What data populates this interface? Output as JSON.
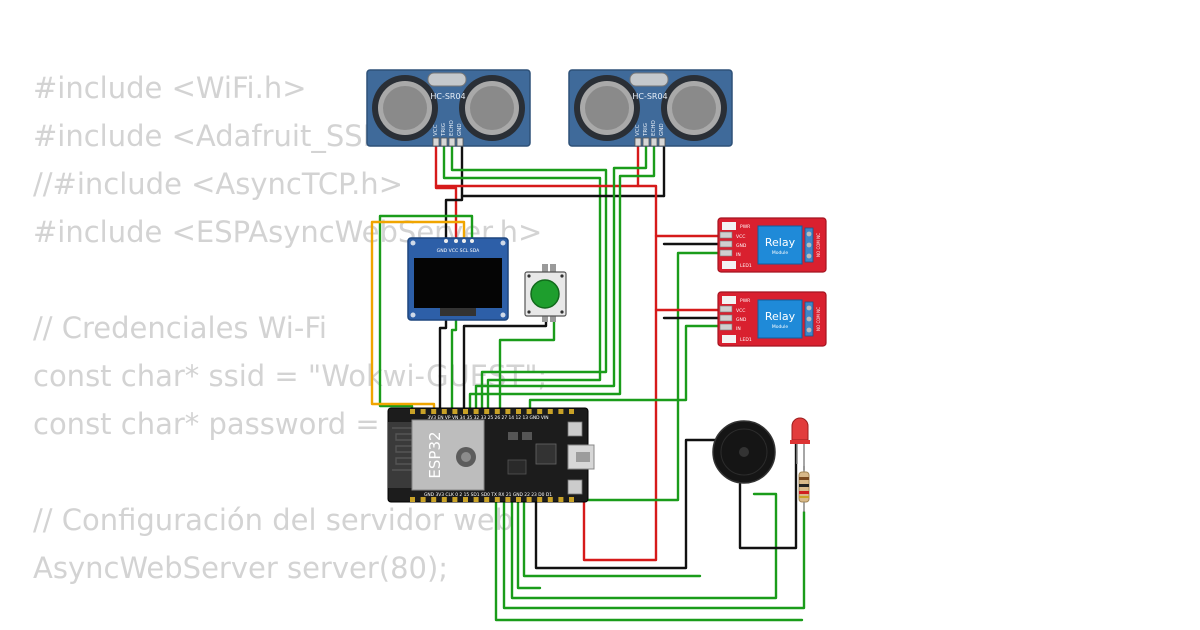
{
  "code_lines": [
    "#include <WiFi.h>",
    "#include <Adafruit_SSD1306.h>",
    "//#include <AsyncTCP.h>",
    "#include <ESPAsyncWebServer.h>",
    "",
    "// Credenciales Wi-Fi",
    "const char* ssid = \"Wokwi-GUEST\";",
    "const char* password = \"\";",
    "",
    "// Configuración del servidor web",
    "AsyncWebServer server(80);"
  ],
  "sensors": [
    {
      "label": "HC-SR04",
      "pins": [
        "VCC",
        "TRIG",
        "ECHO",
        "GND"
      ]
    },
    {
      "label": "HC-SR04",
      "pins": [
        "VCC",
        "TRIG",
        "ECHO",
        "GND"
      ]
    }
  ],
  "relays": [
    {
      "label": "Relay",
      "sublabel": "Module",
      "pins": [
        "VCC",
        "GND",
        "IN"
      ],
      "top": "PWR",
      "bottom": "LED1",
      "side": "NO COM NC"
    },
    {
      "label": "Relay",
      "sublabel": "Module",
      "pins": [
        "VCC",
        "GND",
        "IN"
      ],
      "top": "PWR",
      "bottom": "LED1",
      "side": "NO COM NC"
    }
  ],
  "oled": {
    "pins": "GND VCC SCL SDA"
  },
  "esp32": {
    "label": "ESP32",
    "top_pins": "3V3 EN VP VN 34 35 32 33 25 26 27 14 12 13 GND VIN",
    "bottom_pins": "GND 3V3 CLK 0 2 15 SD1 SD0 TX RX 21 GND 22 23 D0 D1"
  },
  "colors": {
    "wire_green": "#1a9c1a",
    "wire_red": "#d61a1a",
    "wire_black": "#111111",
    "wire_orange": "#f0a500",
    "sensor_blue": "#3f6a9a",
    "relay_red": "#d9202f",
    "relay_blue": "#1f8ad8",
    "board_black": "#1c1c1c",
    "button_green": "#1e9e2d"
  }
}
